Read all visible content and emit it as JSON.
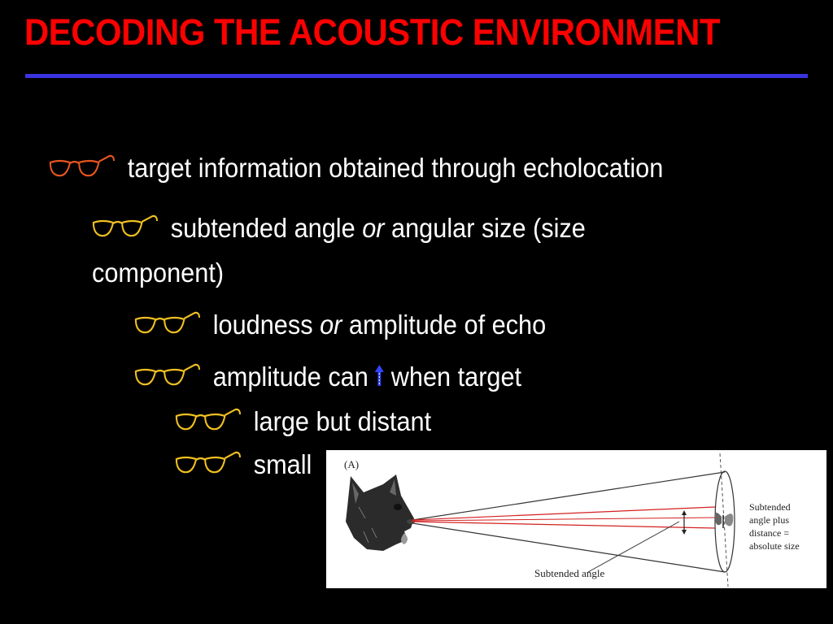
{
  "slide": {
    "title": "DECODING THE ACOUSTIC ENVIRONMENT",
    "bullets": [
      {
        "text": "target information obtained through echolocation"
      },
      {
        "pre": "subtended angle ",
        "em": "or",
        "post": " angular size (size",
        "cont": "component)"
      },
      {
        "pre": "loudness ",
        "em": "or",
        "post": " amplitude of echo"
      },
      {
        "pre": "amplitude can",
        "post": "when target"
      },
      {
        "text": "large but distant"
      },
      {
        "text": "small"
      }
    ]
  },
  "figure": {
    "panel_label": "(A)",
    "label_subtended": "Subtended angle",
    "label_right_1": "Subtended",
    "label_right_2": "angle plus",
    "label_right_3": "distance =",
    "label_right_4": "absolute size"
  },
  "colors": {
    "title": "#ff0000",
    "rule": "#3b33e0",
    "bullet_icon_1": "#e8551f",
    "bullet_icon_2": "#f0c020",
    "arrow": "#3344ff",
    "sound_lines": "#d42020"
  },
  "icons": {
    "bullet": "eyeglasses-icon",
    "increase": "up-arrow-icon"
  }
}
